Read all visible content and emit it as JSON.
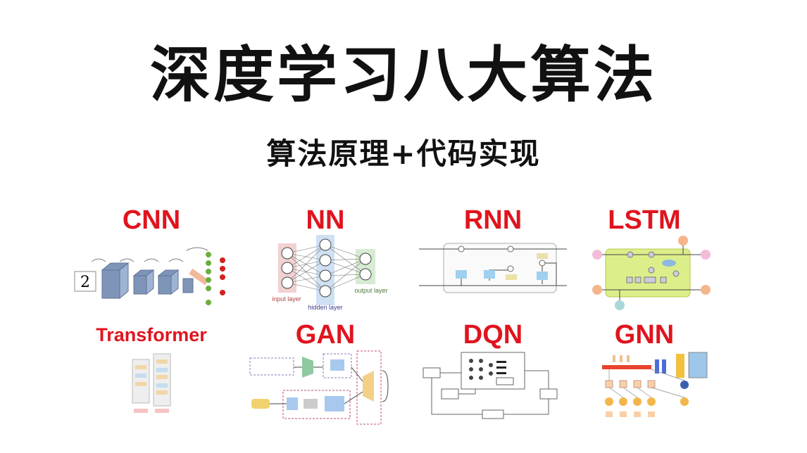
{
  "header": {
    "title": "深度学习八大算法",
    "subtitle": "算法原理+代码实现"
  },
  "algorithms": [
    {
      "label": "CNN"
    },
    {
      "label": "NN",
      "layers": [
        "input layer",
        "hidden layer",
        "output layer"
      ]
    },
    {
      "label": "RNN"
    },
    {
      "label": "LSTM"
    },
    {
      "label": "Transformer"
    },
    {
      "label": "GAN"
    },
    {
      "label": "DQN"
    },
    {
      "label": "GNN"
    }
  ],
  "colors": {
    "label": "#e0141e",
    "title": "#111111"
  }
}
